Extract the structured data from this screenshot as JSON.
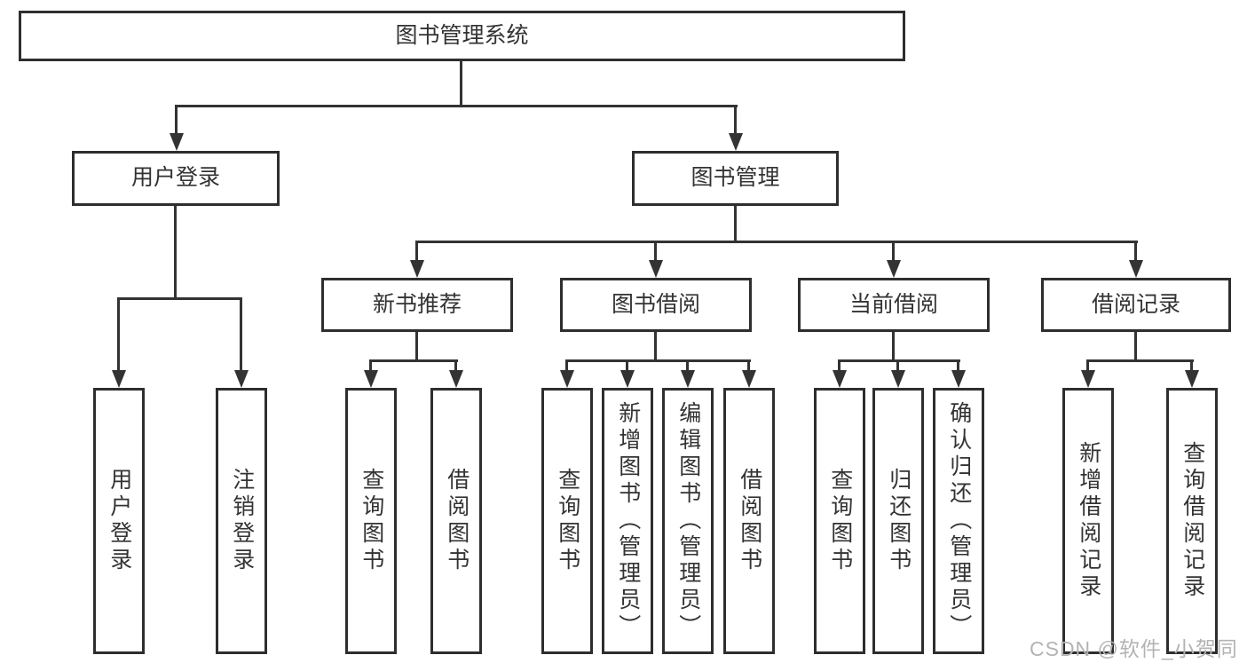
{
  "tree": {
    "root": {
      "label": "图书管理系统"
    },
    "user_login": {
      "label": "用户登录",
      "children": [
        "用户登录",
        "注销登录"
      ]
    },
    "book_management": {
      "label": "图书管理",
      "modules": [
        {
          "label": "新书推荐",
          "children": [
            "查询图书",
            "借阅图书"
          ]
        },
        {
          "label": "图书借阅",
          "children": [
            "查询图书",
            "新增图书（管理员）",
            "编辑图书（管理员）",
            "借阅图书"
          ]
        },
        {
          "label": "当前借阅",
          "children": [
            "查询图书",
            "归还图书",
            "确认归还（管理员）"
          ]
        },
        {
          "label": "借阅记录",
          "children": [
            "新增借阅记录",
            "查询借阅记录"
          ]
        }
      ]
    }
  },
  "watermark": {
    "text": "CSDN @软件_小贺同学",
    "color": "#b3b3b3"
  },
  "colors": {
    "line": "#333333",
    "box_border": "#2e2e2e",
    "text": "#333333",
    "background": "#ffffff"
  }
}
